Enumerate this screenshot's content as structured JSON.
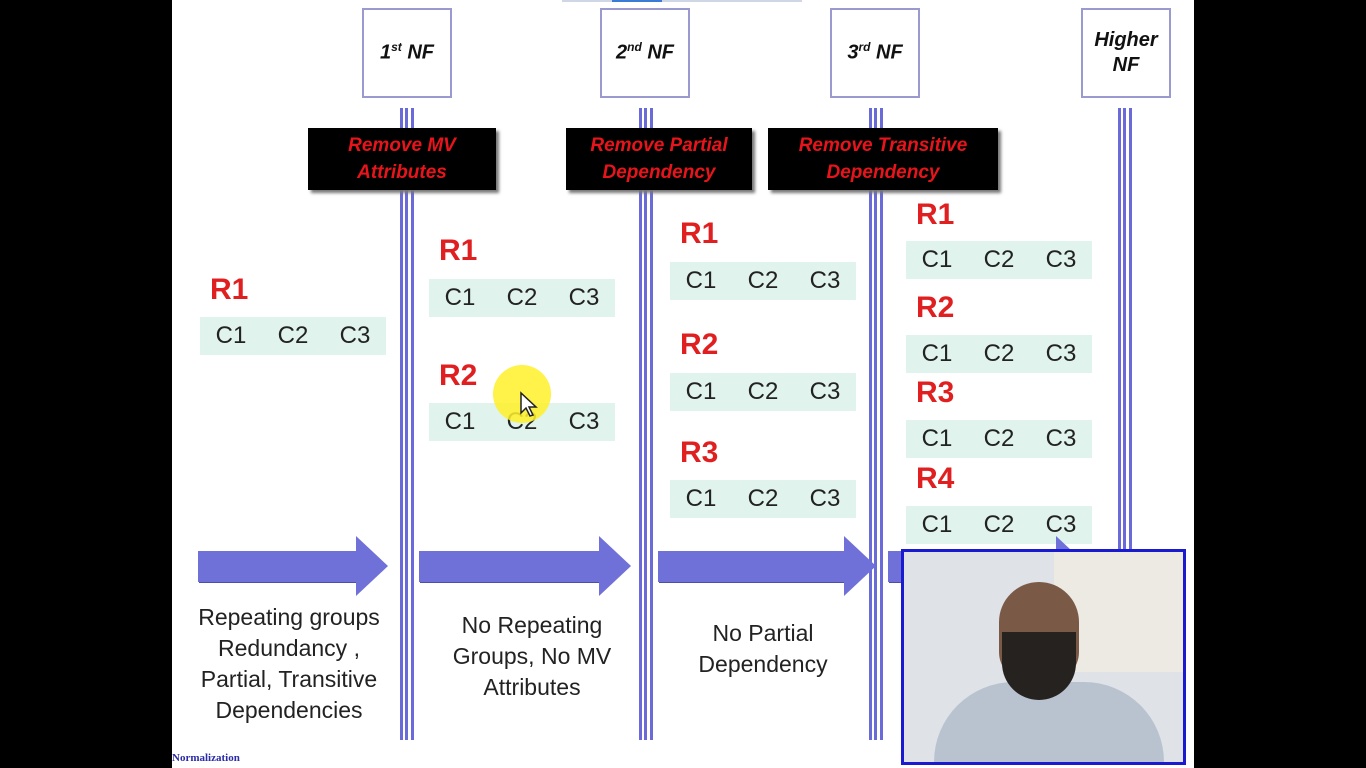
{
  "stages": [
    {
      "label": "1",
      "sup": "st",
      "suffix": " NF"
    },
    {
      "label": "2",
      "sup": "nd",
      "suffix": " NF"
    },
    {
      "label": "3",
      "sup": "rd",
      "suffix": " NF"
    },
    {
      "label": "Higher",
      "sup": "",
      "suffix": "NF"
    }
  ],
  "steps": {
    "remove_mv": {
      "line1": "Remove MV",
      "line2": "Attributes"
    },
    "remove_partial": {
      "line1": "Remove Partial",
      "line2": "Dependency"
    },
    "remove_transitive": {
      "line1": "Remove Transitive",
      "line2": "Dependency"
    }
  },
  "columns": [
    "C1",
    "C2",
    "C3"
  ],
  "relations": {
    "r1": "R1",
    "r2": "R2",
    "r3": "R3",
    "r4": "R4"
  },
  "captions": {
    "unnormalized": [
      "Repeating groups",
      "Redundancy ,",
      "Partial, Transitive",
      "Dependencies"
    ],
    "first_nf": [
      "No Repeating",
      "Groups, No MV",
      "Attributes"
    ],
    "second_nf": [
      "No Partial",
      "Dependency"
    ]
  },
  "footer": "Normalization",
  "colors": {
    "accent_line": "#6a6ad8",
    "step_text": "#e8141b",
    "relation": "#e02020",
    "row_bg": "#e0f3ec",
    "arrow": "#6f70d8"
  }
}
